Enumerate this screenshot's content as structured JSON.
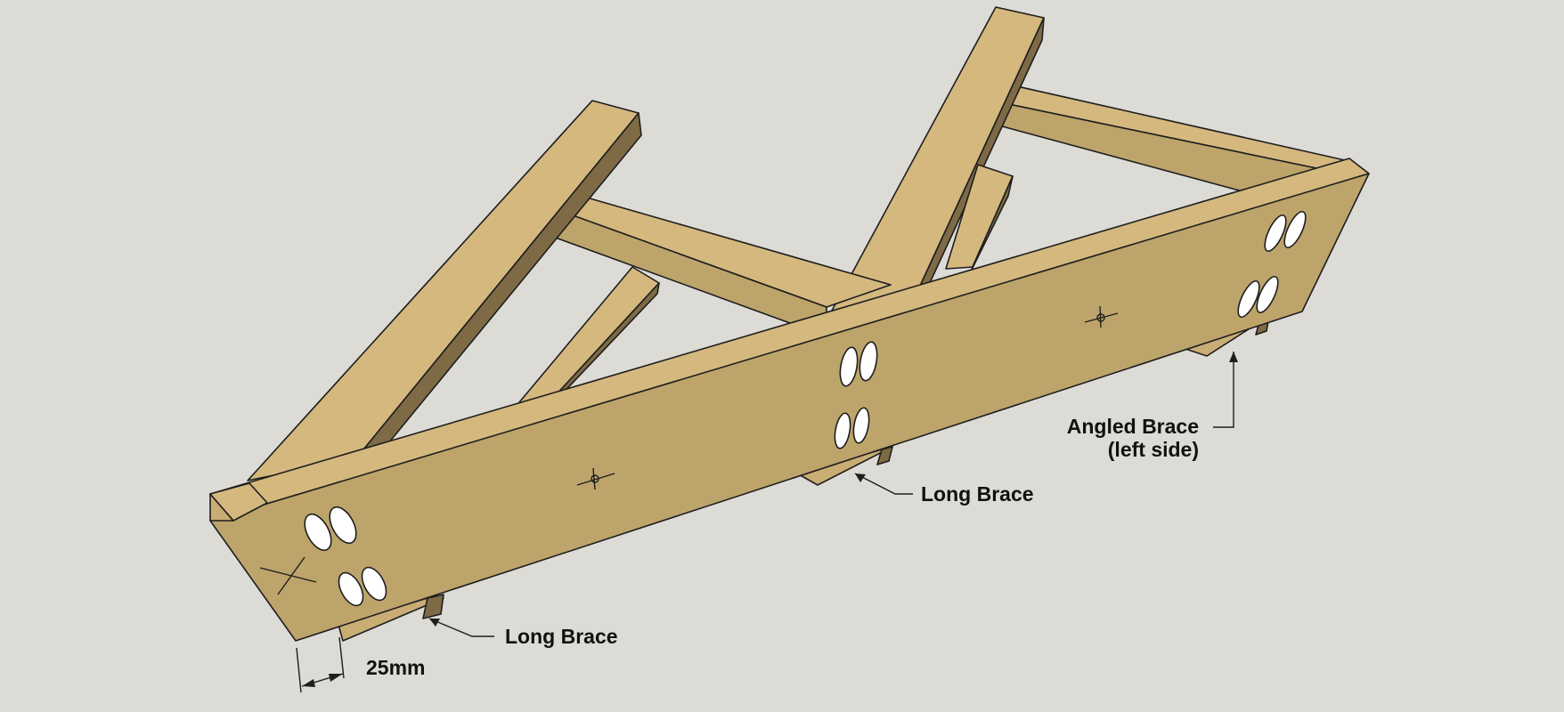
{
  "callouts": {
    "angled_brace_line1": "Angled Brace",
    "angled_brace_line2": "(left side)",
    "long_brace_center": "Long Brace",
    "long_brace_front": "Long Brace",
    "dimension": "25mm"
  },
  "colors": {
    "background": "#dcdbd6",
    "wood_top": "#d4b87e",
    "wood_face": "#bda46b",
    "wood_dark": "#7e6b45",
    "wood_end": "#c9ad74",
    "outline": "#1e1e1e"
  }
}
